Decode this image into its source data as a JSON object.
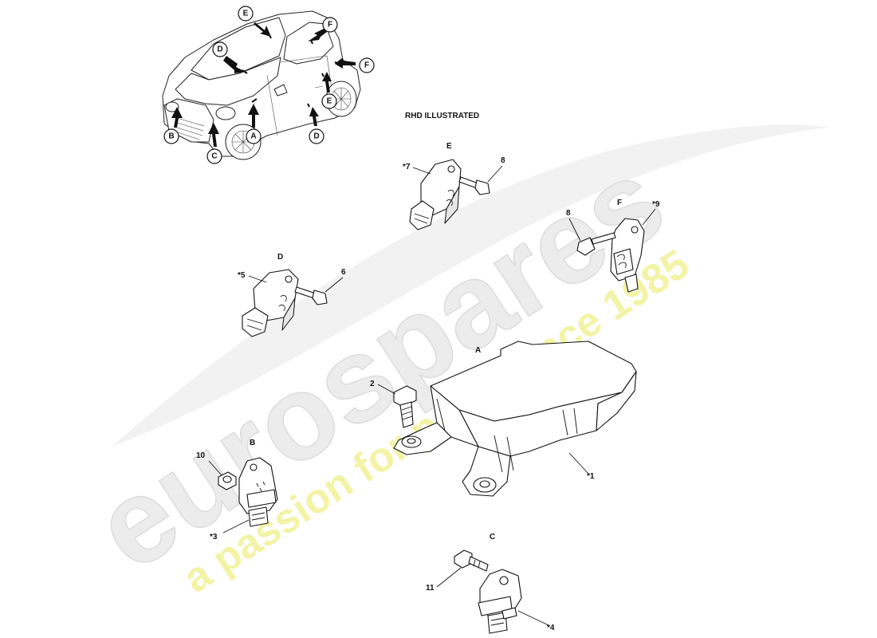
{
  "header": {
    "note": "RHD ILLUSTRATED"
  },
  "watermark": {
    "brand": "eurospares",
    "tagline": "a passion for parts since 1985",
    "brand_color": "#e9e9e9",
    "tagline_color": "#f1f19a"
  },
  "car_view": {
    "callouts": [
      "E",
      "F",
      "D",
      "F",
      "E",
      "D",
      "A",
      "B",
      "C"
    ]
  },
  "groups": {
    "A": "A",
    "B": "B",
    "C": "C",
    "D": "D",
    "E": "E",
    "F": "F"
  },
  "parts": {
    "p1": "*1",
    "p2": "2",
    "p3": "*3",
    "p4": "*4",
    "p5": "*5",
    "p6": "6",
    "p7": "*7",
    "p8a": "8",
    "p8b": "8",
    "p9": "*9",
    "p10": "10",
    "p11": "11"
  }
}
